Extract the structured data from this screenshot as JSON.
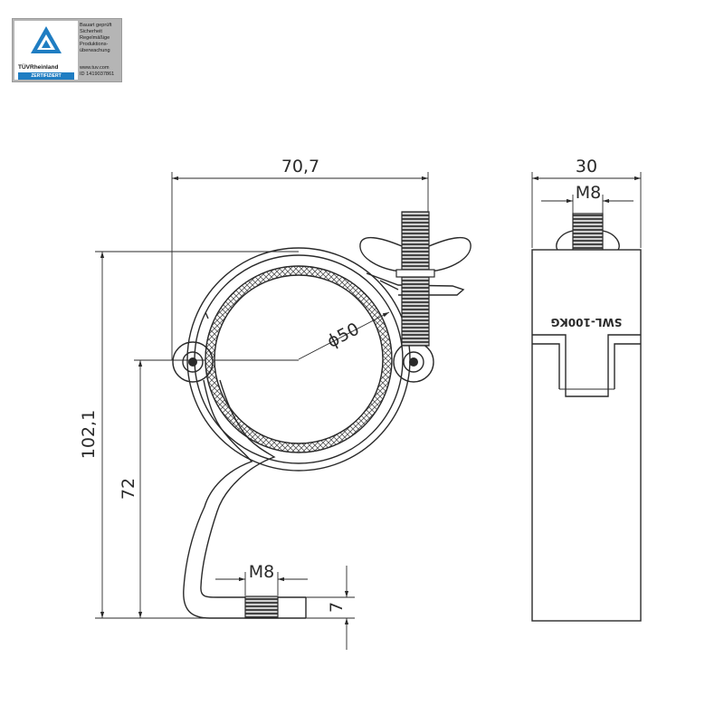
{
  "certificate": {
    "brand": "TÜVRheinland",
    "badge": "ZERTIFIZIERT",
    "lines": [
      "Bauart geprüft",
      "Sicherheit",
      "Regelmäßige",
      "Produktions-",
      "überwachung"
    ],
    "website": "www.tuv.com",
    "id": "ID 1419037861",
    "accent_color": "#1f7dc2"
  },
  "dimensions": {
    "width_overall": "70,7",
    "height_overall": "102,1",
    "height_center": "72",
    "tube_diameter": "ϕ50",
    "bottom_thread": "M8",
    "thread_length": "7",
    "side_width": "30",
    "side_thread": "M8"
  },
  "side_label": "SWL-100KG"
}
